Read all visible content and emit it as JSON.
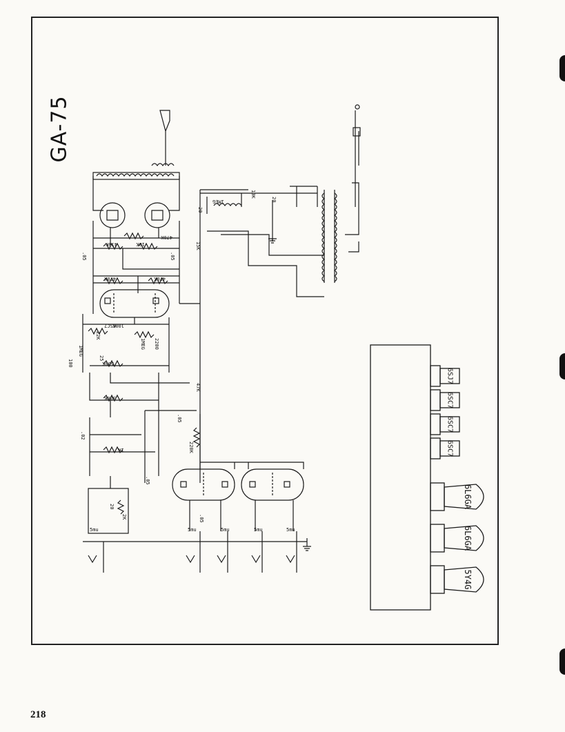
{
  "document": {
    "model_title": "GA-75",
    "page_number": "218"
  },
  "schematic": {
    "component_labels": {
      "r470k_a": "470K",
      "r10k_a": "10K",
      "r470k_b": "470K",
      "r470k_c": "470K",
      "r470k_d": "470K",
      "r1meg_a": "1MEG",
      "r1meg_b": "1MEG",
      "r22k": "22K",
      "r100k": "100K",
      "r2200": "2200",
      "r500k": "500K",
      "r300k": "300K",
      "r47k": "47K",
      "r220k": "220K",
      "r1k": "1K",
      "r15k": "15K",
      "r10k_b": "10K",
      "c05_a": ".05",
      "c05_b": ".05",
      "c05_c": ".05",
      "c02": ".02",
      "c05_d": ".05",
      "c100": "100",
      "c25": "25",
      "c20": "20",
      "c20b": "20",
      "c20c": "20",
      "c05_e": ".05",
      "r2k": "2K",
      "v6sc7": "6SC7",
      "choke_1meg": "1MEG"
    },
    "input_labels": [
      "5mu",
      "5mu",
      "5mu",
      "5mu",
      "5mu"
    ]
  },
  "chassis": {
    "tubes": [
      {
        "label": "6SJ7"
      },
      {
        "label": "6SC7"
      },
      {
        "label": "6SC7"
      },
      {
        "label": "6SC7"
      },
      {
        "label": "6L6GA"
      },
      {
        "label": "6L6GA"
      },
      {
        "label": "5Y4G"
      }
    ]
  }
}
